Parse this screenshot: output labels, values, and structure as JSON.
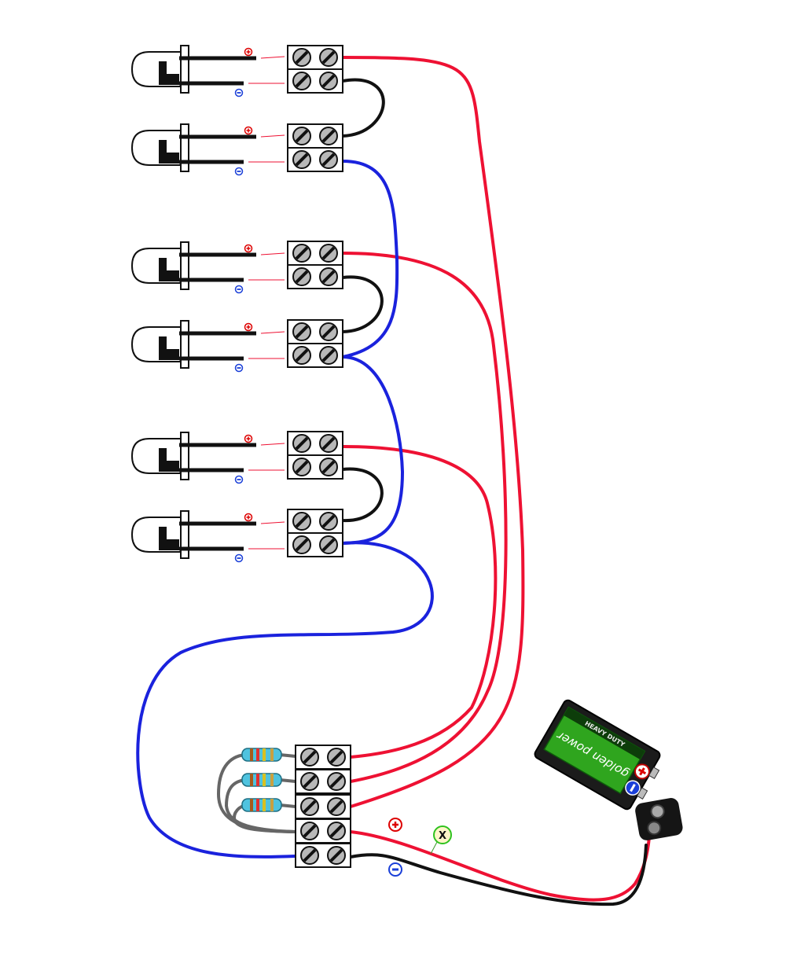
{
  "colors": {
    "positive_wire": "#ee1133",
    "negative_wire": "#1a22dd",
    "link_wire": "#111111",
    "resistor_wire": "#666666",
    "terminal_fill": "#ffffff",
    "battery_label_green": "#2fa51e",
    "led_body": "#ffffff"
  },
  "symbols": {
    "plus": "+",
    "minus": "−",
    "x": "X"
  },
  "battery": {
    "brand": "golden power",
    "type_label": "HEAVY DUTY"
  },
  "leds": [
    {
      "id": "led-1"
    },
    {
      "id": "led-2"
    },
    {
      "id": "led-3"
    },
    {
      "id": "led-4"
    },
    {
      "id": "led-5"
    },
    {
      "id": "led-6"
    }
  ],
  "resistor_count": 3
}
